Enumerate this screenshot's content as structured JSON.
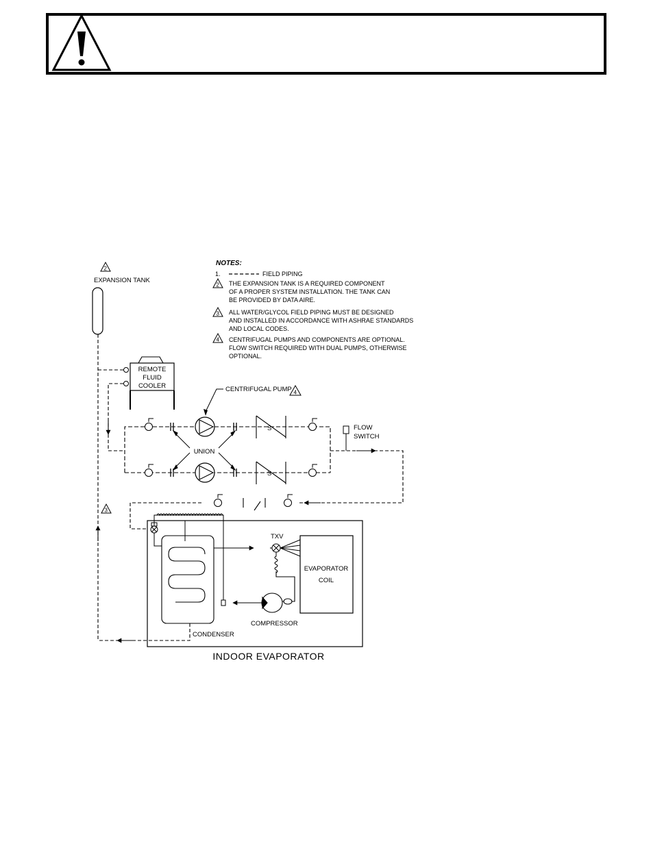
{
  "warning": {
    "icon": "warning-triangle-icon"
  },
  "diagram": {
    "expansion_tank": {
      "marker": "2",
      "label": "EXPANSION TANK"
    },
    "remote_fluid_cooler": {
      "line1": "REMOTE",
      "line2": "FLUID",
      "line3": "COOLER"
    },
    "centrifugal_pump": {
      "label": "CENTRIFUGAL PUMP",
      "marker": "4"
    },
    "union_label": "UNION",
    "strainer_label": "S",
    "flow_switch": {
      "line1": "FLOW",
      "line2": "SWITCH"
    },
    "field_piping_marker": "3",
    "txv_label": "TXV",
    "evaporator_coil": {
      "line1": "EVAPORATOR",
      "line2": "COIL"
    },
    "compressor_label": "COMPRESSOR",
    "condenser_label": "CONDENSER",
    "indoor_evaporator_label": "INDOOR EVAPORATOR"
  },
  "notes": {
    "heading": "NOTES:",
    "note1": {
      "number": "1.",
      "text": "FIELD PIPING"
    },
    "note2": {
      "marker": "2",
      "line1": "THE EXPANSION TANK IS A REQUIRED COMPONENT",
      "line2": "OF A PROPER SYSTEM INSTALLATION. THE TANK CAN",
      "line3": "BE PROVIDED BY DATA AIRE."
    },
    "note3": {
      "marker": "3",
      "line1": "ALL WATER/GLYCOL FIELD PIPING MUST BE DESIGNED",
      "line2": "AND INSTALLED IN ACCORDANCE WITH ASHRAE STANDARDS",
      "line3": "AND LOCAL CODES."
    },
    "note4": {
      "marker": "4",
      "line1": "CENTRIFUGAL PUMPS AND COMPONENTS ARE OPTIONAL.",
      "line2": "FLOW SWITCH REQUIRED WITH DUAL PUMPS, OTHERWISE",
      "line3": "OPTIONAL."
    }
  }
}
